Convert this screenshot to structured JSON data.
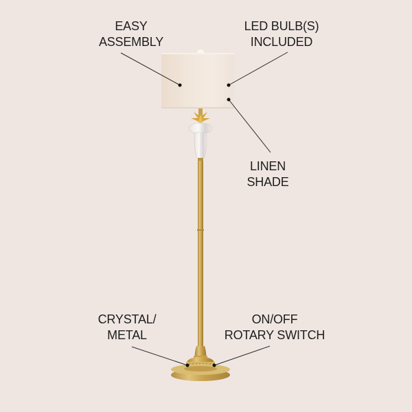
{
  "image": {
    "subject": "gold floor lamp with linen drum shade and crystal accents",
    "background_color": "#efe6e2"
  },
  "callouts": {
    "easy_assembly": {
      "line1": "EASY",
      "line2": "ASSEMBLY"
    },
    "led_bulbs": {
      "line1": "LED BULB(S)",
      "line2": "INCLUDED"
    },
    "linen_shade": {
      "line1": "LINEN",
      "line2": "SHADE"
    },
    "crystal_metal": {
      "line1": "CRYSTAL/",
      "line2": "METAL"
    },
    "rotary_switch": {
      "line1": "ON/OFF",
      "line2": "ROTARY SWITCH"
    }
  },
  "colors": {
    "text": "#1e1e1e",
    "leader_line": "#2a2a2a",
    "shade": "#efe4d8",
    "brass": "#c9a24a"
  }
}
